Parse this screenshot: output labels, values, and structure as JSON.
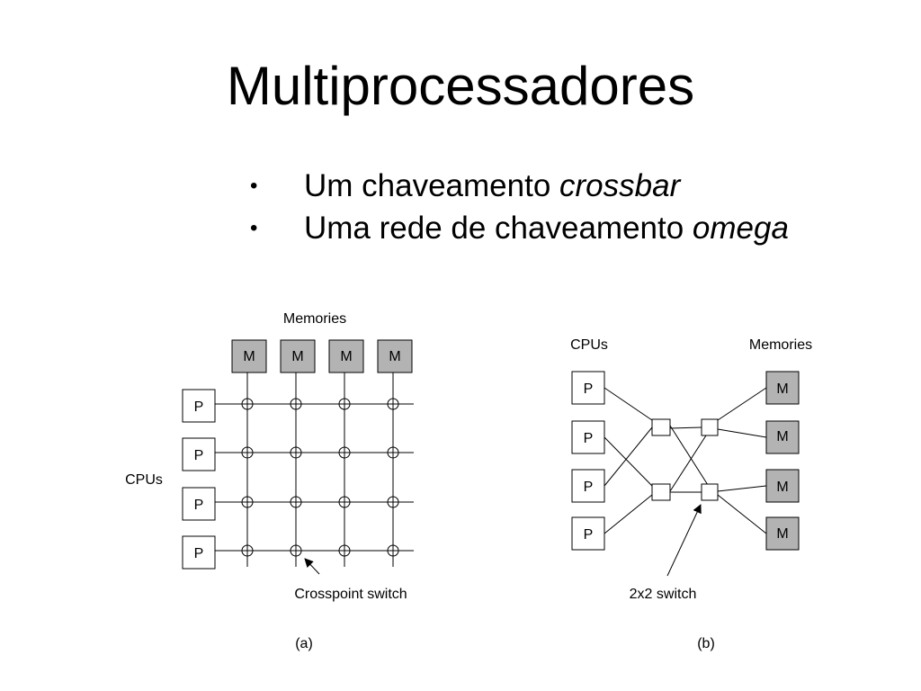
{
  "slide": {
    "title": "Multiprocessadores",
    "bullets": [
      {
        "text": "Um chaveamento ",
        "emphasis": "crossbar"
      },
      {
        "text": "Uma rede de chaveamento ",
        "emphasis": "omega"
      }
    ],
    "bullet_glyph": "•"
  },
  "crossbar": {
    "memories_label": "Memories",
    "cpus_label": "CPUs",
    "memory_labels": [
      "M",
      "M",
      "M",
      "M"
    ],
    "cpu_labels": [
      "P",
      "P",
      "P",
      "P"
    ],
    "switch_label": "Crosspoint switch",
    "caption": "(a)"
  },
  "omega": {
    "cpus_label": "CPUs",
    "memories_label": "Memories",
    "cpu_labels": [
      "P",
      "P",
      "P",
      "P"
    ],
    "memory_labels": [
      "M",
      "M",
      "M",
      "M"
    ],
    "switch_label": "2x2 switch",
    "caption": "(b)"
  },
  "colors": {
    "memory_fill": "#b3b3b3",
    "cpu_fill": "#ffffff",
    "line": "#000000"
  }
}
